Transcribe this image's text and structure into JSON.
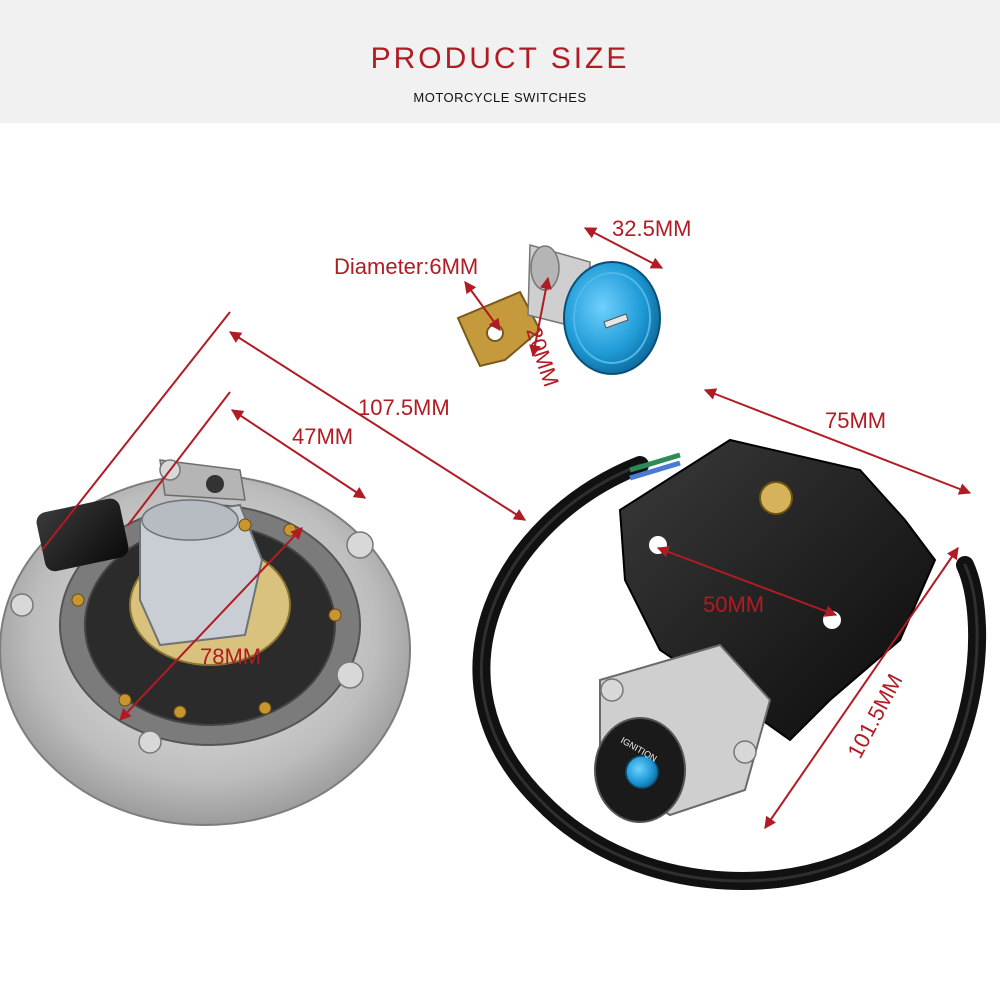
{
  "header": {
    "title": "PRODUCT SIZE",
    "subtitle": "MOTORCYCLE SWITCHES"
  },
  "dimensions": {
    "seat_lock_length": "32.5MM",
    "seat_lock_diameter": "Diameter:6MM",
    "seat_lock_height": "20MM",
    "fuel_cap_outer": "107.5MM",
    "fuel_cap_inner": "47MM",
    "fuel_cap_diameter": "78MM",
    "ignition_width": "75MM",
    "ignition_mount": "50MM",
    "ignition_height": "101.5MM"
  },
  "ignition_face_text": "IGNITION",
  "colors": {
    "accent": "#b11b24",
    "header_bg": "#f1f1f1",
    "cap_blue": "#1e9ad6",
    "metal": "#c9c9c9",
    "black_part": "#141414"
  }
}
